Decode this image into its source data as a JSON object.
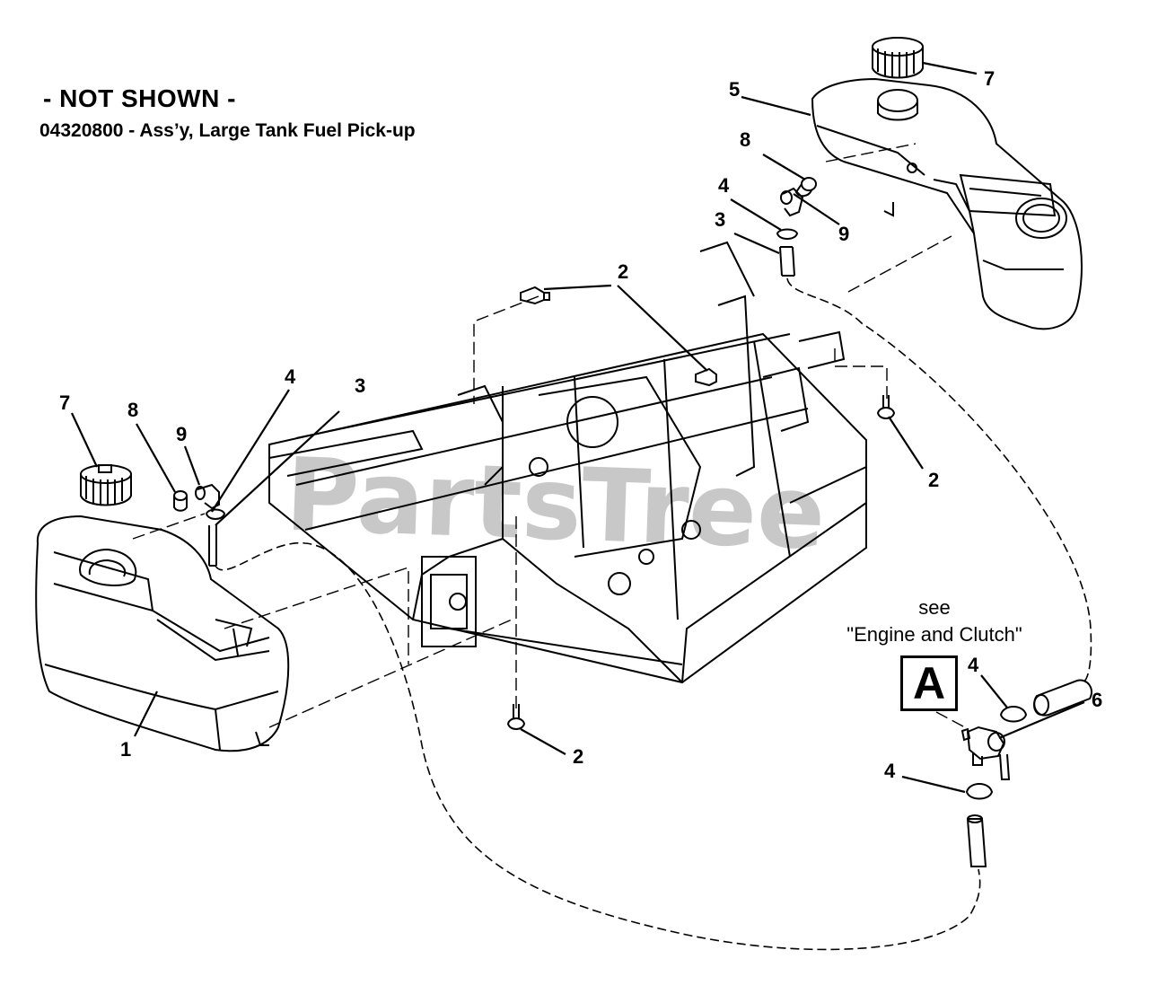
{
  "not_shown": {
    "title": "- NOT SHOWN -",
    "item": "04320800 - Ass’y, Large Tank Fuel Pick-up"
  },
  "reference": {
    "see_line1": "see",
    "see_line2": "\"Engine and Clutch\"",
    "box_letter": "A"
  },
  "watermark": "PartsTree",
  "callouts": {
    "c1": "1",
    "c2a": "2",
    "c2b": "2",
    "c2c": "2",
    "c3a": "3",
    "c3b": "3",
    "c4a": "4",
    "c4b": "4",
    "c4c": "4",
    "c4d": "4",
    "c5": "5",
    "c6": "6",
    "c7a": "7",
    "c7b": "7",
    "c8a": "8",
    "c8b": "8",
    "c9a": "9",
    "c9b": "9"
  },
  "colors": {
    "line": "#000000",
    "watermark": "#c8c8c8",
    "background": "#ffffff"
  }
}
